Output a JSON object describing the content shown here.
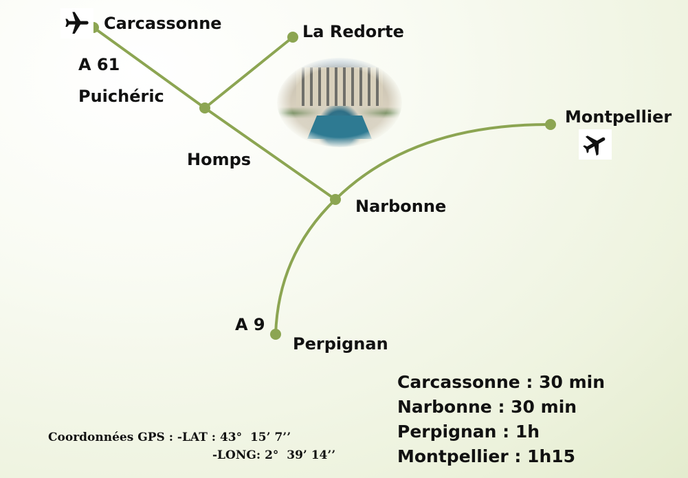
{
  "map": {
    "places": {
      "carcassonne": "Carcassonne",
      "la_redorte": "La Redorte",
      "puicheric": "Puichéric",
      "homps": "Homps",
      "narbonne": "Narbonne",
      "montpellier": "Montpellier",
      "perpignan": "Perpignan"
    },
    "roads": {
      "a61": "A 61",
      "a9": "A 9"
    },
    "line_color": "#8ca552",
    "icons": [
      "airplane-icon",
      "airplane-icon"
    ]
  },
  "travel_times": [
    "Carcassonne : 30 min",
    "Narbonne : 30 min",
    "Perpignan : 1h",
    "Montpellier : 1h15"
  ],
  "gps": {
    "line1": "Coordonnées GPS : -LAT : 43°  15’ 7’’",
    "line2": "-LONG: 2°  39’ 14’’"
  }
}
